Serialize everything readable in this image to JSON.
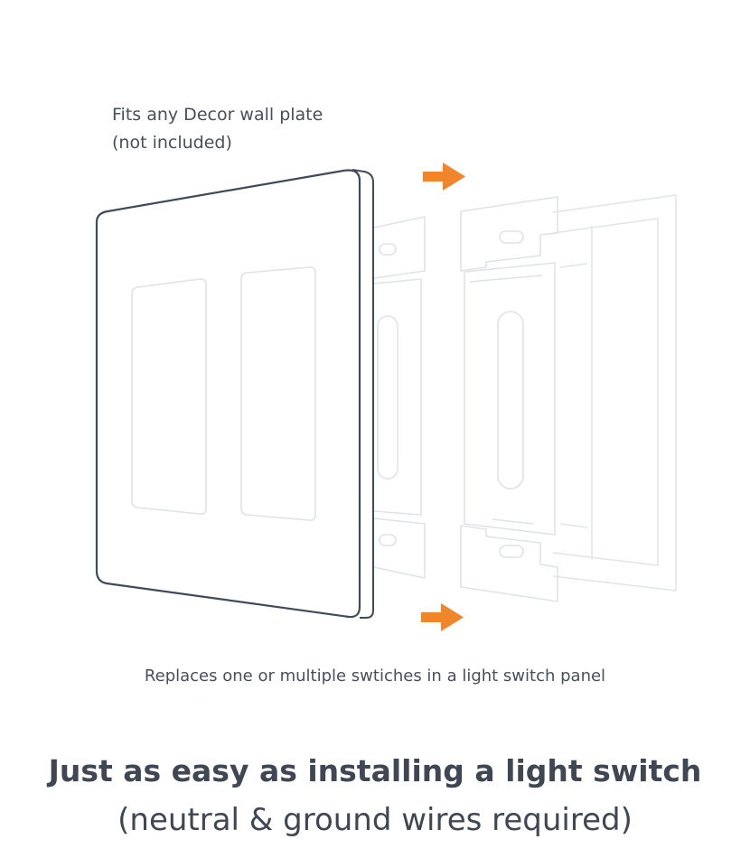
{
  "captions": {
    "plate_line1": "Fits any Decor wall plate",
    "plate_line2": "(not included)",
    "panel": "Replaces one or multiple swtiches in a light switch panel"
  },
  "headline": "Just as easy as installing a light switch",
  "subheadline": "(neutral & ground wires required)",
  "colors": {
    "text": "#46505c",
    "plate_outline": "#3f4b5a",
    "faint_outline": "#dfe3e6",
    "arrow": "#f0852a"
  },
  "icons": [
    "arrow-right-icon",
    "arrow-right-icon"
  ]
}
